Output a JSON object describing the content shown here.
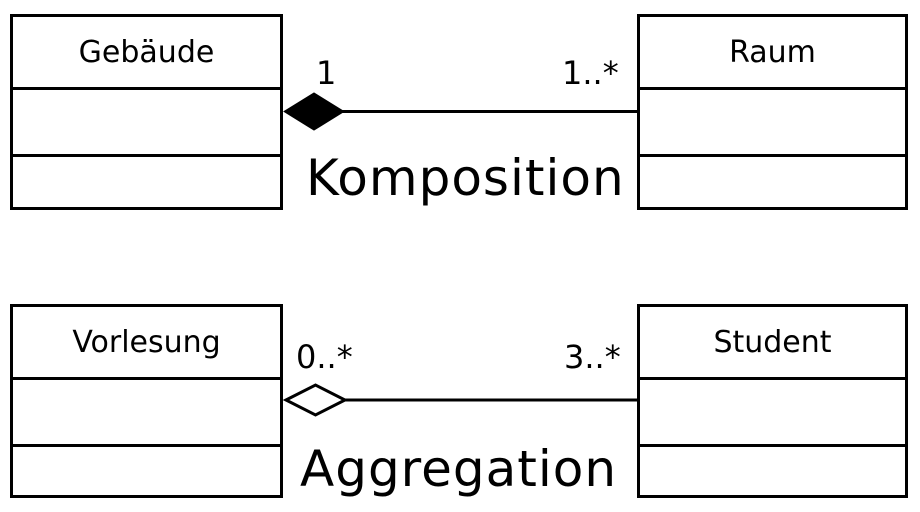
{
  "diagram": {
    "background_color": "#ffffff",
    "line_color": "#000000",
    "classes": [
      {
        "name": "Gebäude"
      },
      {
        "name": "Raum"
      },
      {
        "name": "Vorlesung"
      },
      {
        "name": "Student"
      }
    ],
    "relations": [
      {
        "label": "Komposition",
        "type": "composition",
        "diamond": "filled-diamond",
        "diamond_fill": "#000000",
        "source_class": "Gebäude",
        "target_class": "Raum",
        "source_multiplicity": "1",
        "target_multiplicity": "1..*"
      },
      {
        "label": "Aggregation",
        "type": "aggregation",
        "diamond": "hollow-diamond",
        "diamond_fill": "#ffffff",
        "source_class": "Vorlesung",
        "target_class": "Student",
        "source_multiplicity": "0..*",
        "target_multiplicity": "3..*"
      }
    ]
  }
}
